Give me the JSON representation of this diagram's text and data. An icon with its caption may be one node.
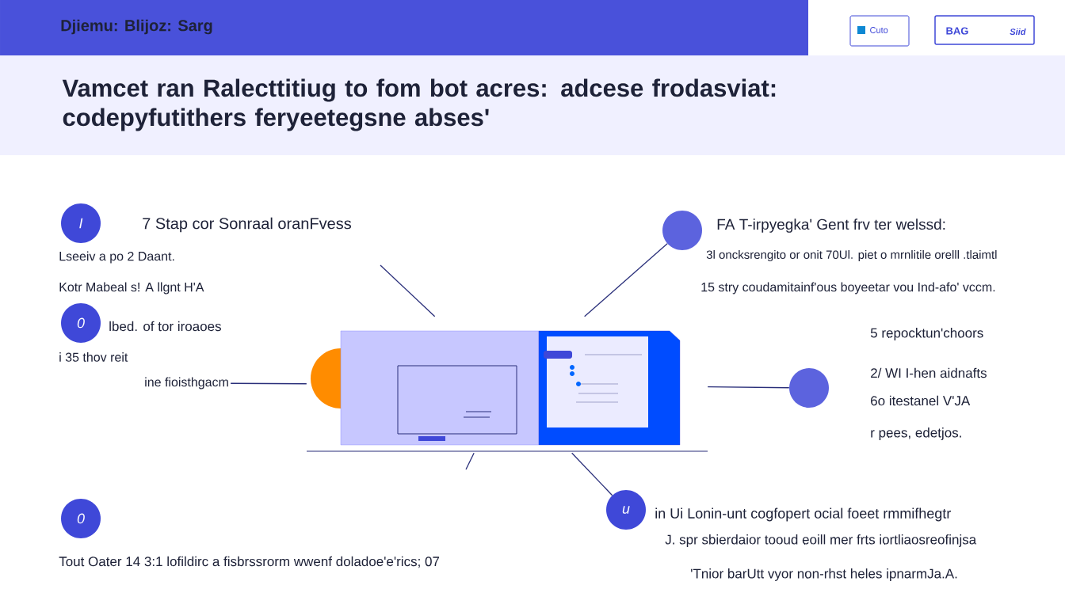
{
  "diagram": {
    "nodes": [
      {
        "text": [],
        "shape": "picture"
      },
      {
        "text": [
          "I"
        ]
      },
      {
        "text": [
          "0"
        ]
      },
      {
        "text": [
          "0"
        ]
      },
      {
        "text": [],
        "shape": "circle"
      },
      {
        "text": [],
        "shape": "circle"
      },
      {
        "text": [
          "u"
        ]
      },
      {
        "text": [
          "ine fioisthgacm"
        ]
      }
    ],
    "edges": [
      {
        "from": null,
        "to": 0,
        "arrow": "none"
      },
      {
        "from": 4,
        "to": 0,
        "arrow": "none"
      },
      {
        "from": 7,
        "to": 0,
        "arrow": "none"
      },
      {
        "from": 5,
        "to": 0,
        "arrow": "none"
      },
      {
        "from": null,
        "to": 0,
        "arrow": "none"
      },
      {
        "from": 6,
        "to": 0,
        "arrow": "none"
      }
    ],
    "labels": [
      "Djiemu: Blijoz: Sarg",
      "Cuto",
      "BAG",
      "Siid",
      "Vamcet ran Ralecttitiug to fom bot acres: adcese frodasviat: codepyfutithers feryeetegsne abses'",
      "7 Stap cor Sonraal oranFvess",
      "Lseeiv a po 2 Daant.",
      "Kotr Mabeal s! A llgnt H'A",
      "lbed. of tor iroaoes",
      "i 35 thov reit",
      "FA T-irpyegka' Gent frv ter welssd:",
      "3l oncksrengito or onit 70Ul. piet o mrnlitile orelll .tlaimtl",
      "15 stry coudamitainf'ous boyeetar vou Ind-afo' vccm.",
      "5 repocktun'choors",
      "2/ WI I-hen aidnafts",
      "6o itestanel V'JA",
      "r pees, edetjos.",
      "Tout Oater 14 3:1 lofildirc a fisbrssrorm wwenf doladoe'e'rics; 07",
      "in Ui Lonin-unt cogfopert ocial foeet rmmifhegtr",
      "J. spr sbierdaior tooud eoill mer frts iortliaosreofinjsa",
      "'Tnior barUtt vyor non-rhst heles ipnarmJa.A."
    ]
  }
}
